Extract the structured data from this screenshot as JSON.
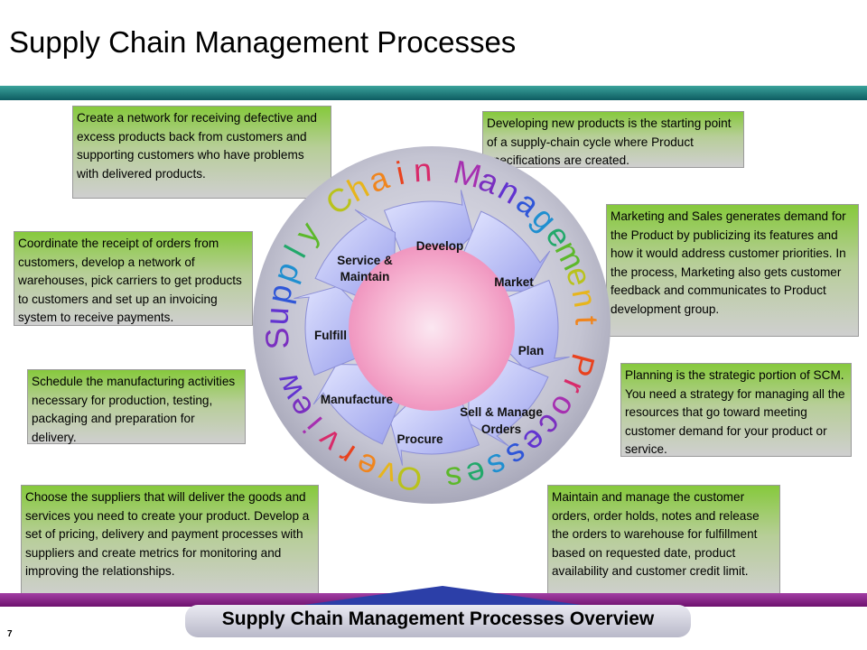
{
  "page": {
    "title": "Supply Chain Management Processes",
    "footer_title": "Supply Chain Management Processes Overview",
    "page_number": "7"
  },
  "ring_text": {
    "word1": [
      "S",
      "u",
      "p",
      "p",
      "l",
      "y"
    ],
    "word2": [
      "C",
      "h",
      "a",
      "i",
      "n"
    ],
    "word3": [
      "M",
      "a",
      "n",
      "a",
      "g",
      "e",
      "m",
      "e",
      "n",
      "t"
    ],
    "word4": [
      "P",
      "r",
      "o",
      "c",
      "e",
      "s",
      "s",
      "e",
      "s"
    ],
    "word5": [
      "O",
      "v",
      "e",
      "r",
      "v",
      "i",
      "e",
      "w"
    ]
  },
  "cycle": {
    "develop": "Develop",
    "market": "Market",
    "plan": "Plan",
    "sell_manage_orders": [
      "Sell & Manage",
      "Orders"
    ],
    "procure": "Procure",
    "manufacture": "Manufacture",
    "fulfill": "Fulfill",
    "service_maintain": [
      "Service &",
      "Maintain"
    ]
  },
  "descriptions": {
    "service_maintain": "Create a network for receiving defective and excess products back from customers and supporting customers who have problems with delivered products.",
    "develop": "Developing new products is the starting point of a supply-chain cycle where Product specifications are created.",
    "fulfill": "Coordinate the receipt of orders from customers, develop a network of warehouses, pick carriers to get products to customers and set up an invoicing system to receive payments.",
    "market": "Marketing and Sales generates demand for the Product by publicizing its features and how it would address customer priorities. In the process, Marketing also gets customer feedback and communicates to Product development group.",
    "manufacture": "Schedule the manufacturing activities necessary for production, testing, packaging and preparation for delivery.",
    "plan": "Planning is the strategic portion of SCM. You need a strategy for managing all the resources that go toward meeting customer demand for your product or service.",
    "procure": "Choose the suppliers that will deliver the goods and services you need to create your product. Develop a set of pricing, delivery and payment processes with suppliers and create metrics for monitoring and improving the relationships.",
    "sell_manage_orders": "Maintain and manage the customer orders, order holds, notes and release the orders to warehouse for fulfillment based on requested date, product availability and customer credit limit."
  },
  "colors": {
    "top_bar": "#1f7f7f",
    "bottom_bar": "#8e2a8e",
    "box_top": "#86c93c",
    "box_bottom": "#cfcfcf",
    "outer_ring": "#c7c7d5",
    "inner_circle": "#f4a3c8",
    "arrow": "#b5b9f2"
  }
}
